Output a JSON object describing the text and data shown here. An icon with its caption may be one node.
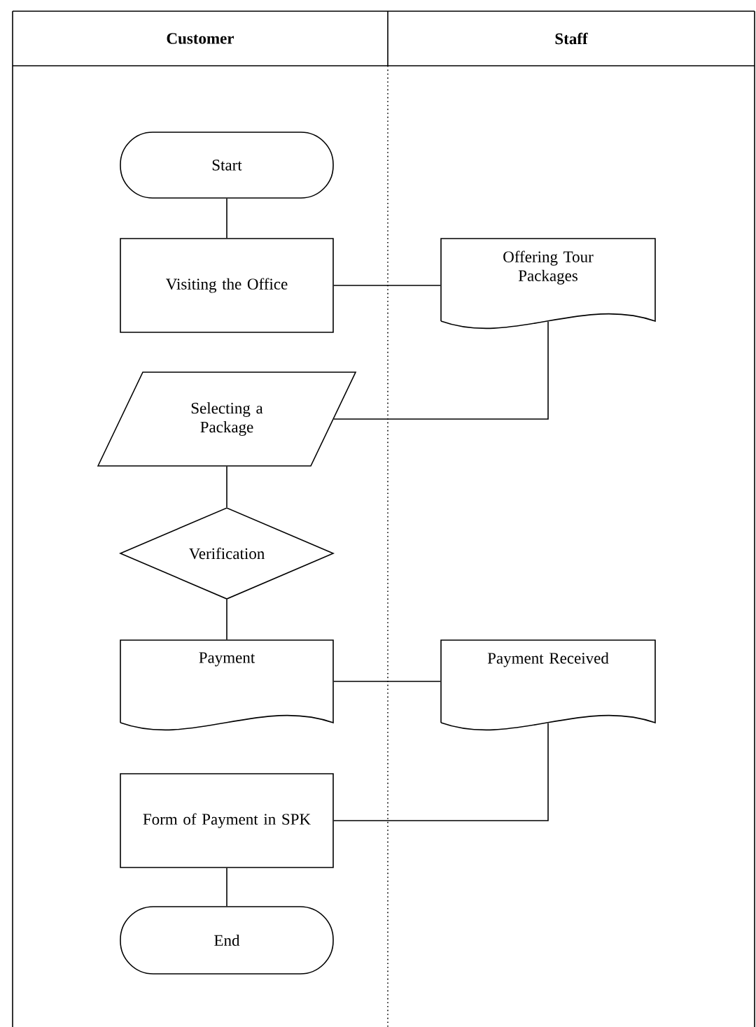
{
  "diagram": {
    "nodes": [
      {
        "text": [
          "Customer"
        ]
      },
      {
        "text": [
          "Staff"
        ]
      },
      {
        "text": [
          "Start"
        ],
        "in": 0
      },
      {
        "text": [
          "Visiting the Office"
        ],
        "in": 0
      },
      {
        "text": [
          "Offering Tour Packages"
        ],
        "in": 1
      },
      {
        "text": [
          "Selecting a Package"
        ],
        "in": 0
      },
      {
        "text": [
          "Verification"
        ],
        "in": 0
      },
      {
        "text": [
          "Payment"
        ],
        "in": 0
      },
      {
        "text": [
          "Payment Received"
        ],
        "in": 1
      },
      {
        "text": [
          "Form of Payment in SPK"
        ],
        "in": 0
      },
      {
        "text": [
          "End"
        ],
        "in": 0
      }
    ],
    "edges": [
      {
        "from": 2,
        "to": 3,
        "arrow": "none"
      },
      {
        "from": 3,
        "to": 4,
        "arrow": "none"
      },
      {
        "from": 4,
        "to": 5,
        "arrow": "none"
      },
      {
        "from": 5,
        "to": 6,
        "arrow": "none"
      },
      {
        "from": 6,
        "to": 7,
        "arrow": "none"
      },
      {
        "from": 7,
        "to": 8,
        "arrow": "none"
      },
      {
        "from": 8,
        "to": 9,
        "arrow": "none"
      },
      {
        "from": 9,
        "to": 10,
        "arrow": "none"
      }
    ]
  }
}
